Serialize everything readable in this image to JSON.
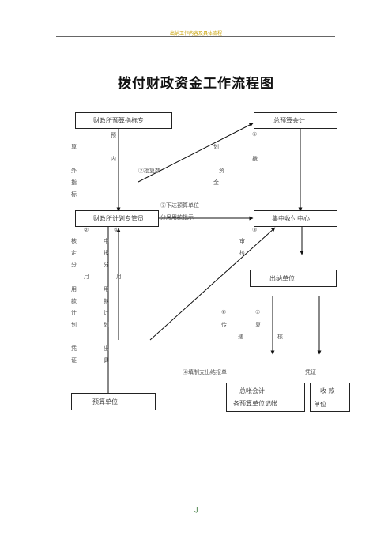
{
  "header": {
    "text": "出纳工作内容及具体流程"
  },
  "title": "拨付财政资金工作流程图",
  "boxes": {
    "caizheng_yusuan": "财政所预算指标专",
    "zong_yusuan": "总预算会计",
    "caizheng_jihua": "财政所计划专管员",
    "jizhong_shoufu": "集中收付中心",
    "chuna": "出纳单位",
    "yusuan_danwei": "预算单位",
    "zongzhang_line1": "总帐会计",
    "zongzhang_line2": "各预算单位记帐",
    "shoukuan_line1": "收  款",
    "shoukuan_line2": "单位"
  },
  "labels": {
    "yu": "预",
    "suan": "算",
    "nei": "内",
    "wai": "外",
    "zhi": "指",
    "biao": "标",
    "c1": "①",
    "c1b": "①",
    "c2": "②",
    "c3": "③",
    "c6": "⑥",
    "c6b": "⑥",
    "pifu": "②批复数",
    "hua": "划",
    "bo": "拨",
    "zi": "资",
    "jin": "金",
    "xiada1": "③下达预算单位",
    "xiada2": "分月用款批示",
    "he": "核",
    "ding": "定",
    "fen": "分",
    "yue": "月",
    "yong": "用",
    "kuan": "款",
    "ji": "计",
    "hua2": "划",
    "shen": "申",
    "bao": "报",
    "fen2": "分",
    "yue2": "月",
    "yong2": "用",
    "kuan2": "款",
    "ji2": "计",
    "hua3": "划",
    "pz1": "凭",
    "pz2": "证",
    "chu": "出",
    "ju": "具",
    "shen2": "审",
    "he2": "核",
    "chuan": "传",
    "di": "递",
    "fu": "复",
    "he3": "核",
    "tianzhi": "④填制支出结报单",
    "pingzheng": "凭证"
  },
  "footer": {
    "page": ".J"
  }
}
